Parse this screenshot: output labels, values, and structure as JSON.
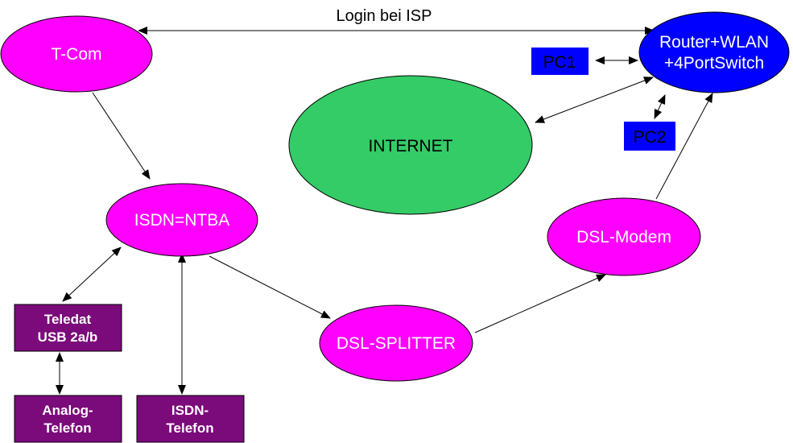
{
  "colors": {
    "background": "#ffffff",
    "magenta": "#ff00ff",
    "green": "#33cc66",
    "blue": "#0000ff",
    "purple": "#7b0a7b",
    "white_text": "#ffffff",
    "black_text": "#000000"
  },
  "edge_label": "Login bei ISP",
  "nodes": {
    "tcom": {
      "label": "T-Com"
    },
    "router": {
      "line1": "Router+WLAN",
      "line2": "+4PortSwitch"
    },
    "pc1": {
      "label": "PC1"
    },
    "pc2": {
      "label": "PC2"
    },
    "internet": {
      "label": "INTERNET"
    },
    "isdn": {
      "label": "ISDN=NTBA"
    },
    "dslmodem": {
      "label": "DSL-Modem"
    },
    "splitter": {
      "label": "DSL-SPLITTER"
    },
    "teledat": {
      "line1": "Teledat",
      "line2": "USB 2a/b"
    },
    "analog": {
      "line1": "Analog-",
      "line2": "Telefon"
    },
    "isdntel": {
      "line1": "ISDN-",
      "line2": "Telefon"
    }
  }
}
